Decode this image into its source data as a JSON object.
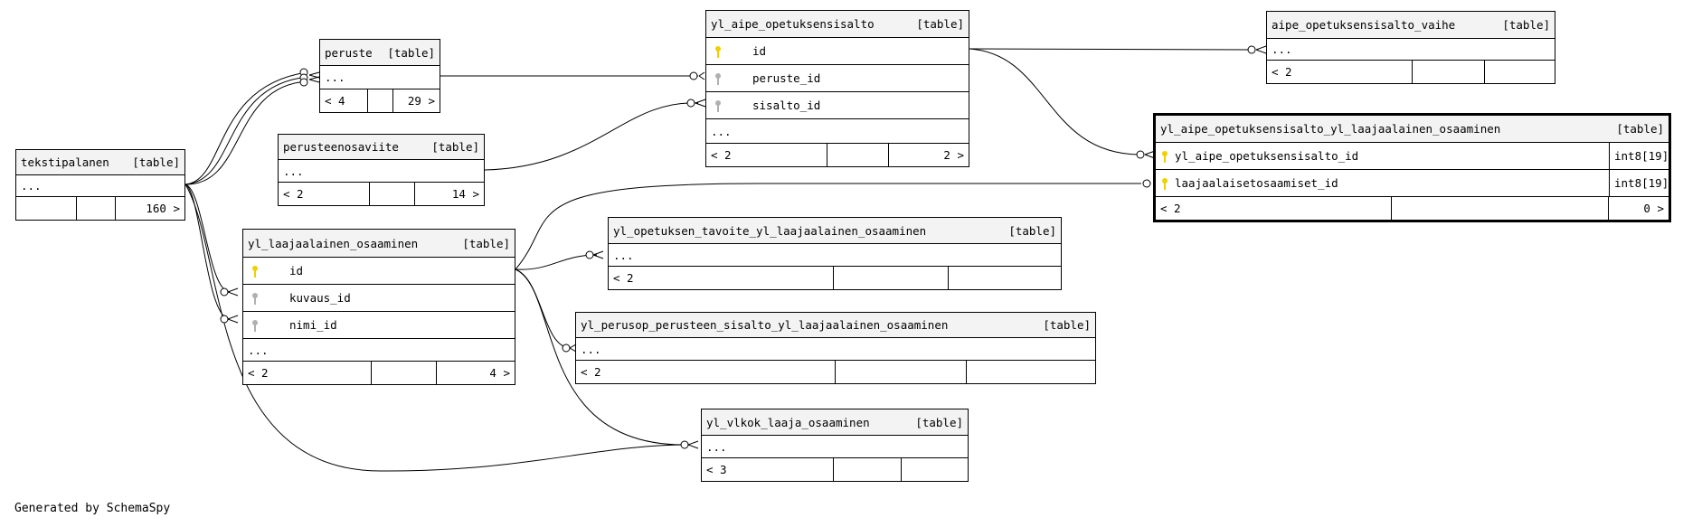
{
  "tables": {
    "peruste": {
      "name": "peruste",
      "tag": "[table]",
      "rows": [
        "..."
      ],
      "footer": [
        "< 4",
        "",
        "29 >"
      ]
    },
    "opetuksensisalto": {
      "name": "yl_aipe_opetuksensisalto",
      "tag": "[table]",
      "columns": [
        {
          "name": "id",
          "key": "primary"
        },
        {
          "name": "peruste_id",
          "key": "foreign"
        },
        {
          "name": "sisalto_id",
          "key": "foreign"
        }
      ],
      "rows": [
        "..."
      ],
      "footer": [
        "< 2",
        "",
        "2 >"
      ]
    },
    "vaihe": {
      "name": "aipe_opetuksensisalto_vaihe",
      "tag": "[table]",
      "rows": [
        "..."
      ],
      "footer": [
        "< 2",
        "",
        ""
      ]
    },
    "focus": {
      "name": "yl_aipe_opetuksensisalto_yl_laajaalainen_osaaminen",
      "tag": "[table]",
      "columns": [
        {
          "name": "yl_aipe_opetuksensisalto_id",
          "type": "int8[19]",
          "key": "primary"
        },
        {
          "name": "laajaalaisetosaamiset_id",
          "type": "int8[19]",
          "key": "primary"
        }
      ],
      "footer": [
        "< 2",
        "",
        "0 >"
      ]
    },
    "tekstipalanen": {
      "name": "tekstipalanen",
      "tag": "[table]",
      "rows": [
        "..."
      ],
      "footer": [
        "",
        "",
        "160 >"
      ]
    },
    "perusteenosaviite": {
      "name": "perusteenosaviite",
      "tag": "[table]",
      "rows": [
        "..."
      ],
      "footer": [
        "< 2",
        "",
        "14 >"
      ]
    },
    "laaja": {
      "name": "yl_laajaalainen_osaaminen",
      "tag": "[table]",
      "columns": [
        {
          "name": "id",
          "key": "primary"
        },
        {
          "name": "kuvaus_id",
          "key": "foreign"
        },
        {
          "name": "nimi_id",
          "key": "foreign"
        }
      ],
      "rows": [
        "..."
      ],
      "footer": [
        "< 2",
        "",
        "4 >"
      ]
    },
    "tavoite": {
      "name": "yl_opetuksen_tavoite_yl_laajaalainen_osaaminen",
      "tag": "[table]",
      "rows": [
        "..."
      ],
      "footer": [
        "< 2",
        "",
        ""
      ]
    },
    "perusop": {
      "name": "yl_perusop_perusteen_sisalto_yl_laajaalainen_osaaminen",
      "tag": "[table]",
      "rows": [
        "..."
      ],
      "footer": [
        "< 2",
        "",
        ""
      ]
    },
    "vlkok": {
      "name": "yl_vlkok_laaja_osaaminen",
      "tag": "[table]",
      "rows": [
        "..."
      ],
      "footer": [
        "< 3",
        "",
        ""
      ]
    }
  },
  "colors": {
    "primary_key": "#f0d000",
    "foreign_key": "#b0b0b0",
    "header_bg": "#f3f3f3"
  },
  "footer_text": "Generated by SchemaSpy"
}
